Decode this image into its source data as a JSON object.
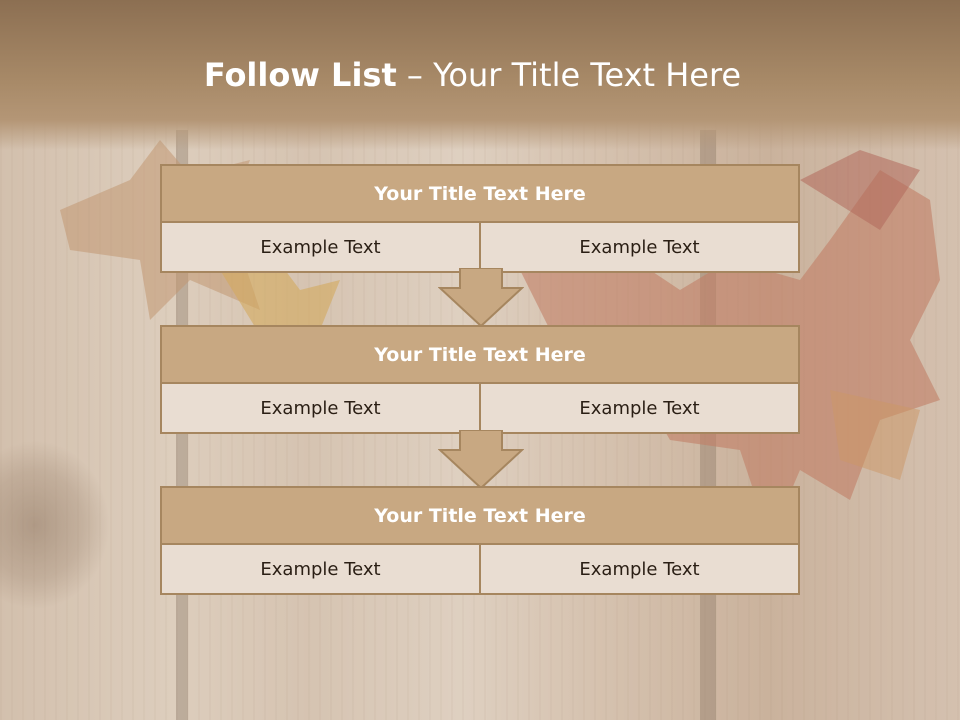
{
  "title": {
    "bold_part": "Follow List",
    "separator": "–",
    "rest": "Your Title Text Here"
  },
  "steps": [
    {
      "heading": "Your Title Text Here",
      "left": "Example Text",
      "right": "Example Text"
    },
    {
      "heading": "Your Title Text Here",
      "left": "Example Text",
      "right": "Example Text"
    },
    {
      "heading": "Your Title Text Here",
      "left": "Example Text",
      "right": "Example Text"
    }
  ],
  "colors": {
    "header_band": "#8c6f52",
    "box_border": "#a6865f",
    "box_header": "#c8a882",
    "cell_fill": "#e9ddd2",
    "arrow_fill": "#c8a882"
  }
}
